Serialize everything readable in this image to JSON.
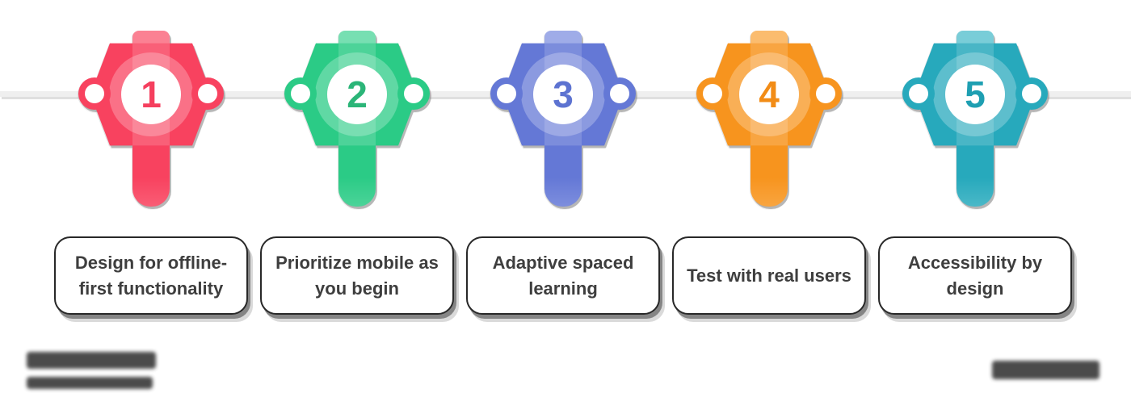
{
  "canvas": {
    "background": "#FFFFFF"
  },
  "timeline": {
    "line_color": "#EFEFEF",
    "label_text_color": "#3E3E3E",
    "steps": [
      {
        "number": "1",
        "label": "Design for offline-first functionality",
        "color": "#F8425F",
        "color_light": "#FB8193",
        "number_color": "#F53F5E"
      },
      {
        "number": "2",
        "label": "Prioritize mobile as you begin",
        "color": "#2BCB86",
        "color_light": "#77DFB2",
        "number_color": "#2BB578"
      },
      {
        "number": "3",
        "label": "Adaptive spaced learning",
        "color": "#6478D6",
        "color_light": "#9FACE8",
        "number_color": "#5D73D1"
      },
      {
        "number": "4",
        "label": "Test with real users",
        "color": "#F7941E",
        "color_light": "#FBBC6E",
        "number_color": "#F28C16"
      },
      {
        "number": "5",
        "label": "Accessibility by design",
        "color": "#27A9BC",
        "color_light": "#79CDD8",
        "number_color": "#1E9FB2"
      }
    ]
  },
  "watermarks": {
    "left_blurred_illegible": true,
    "right_blurred_illegible": true
  }
}
